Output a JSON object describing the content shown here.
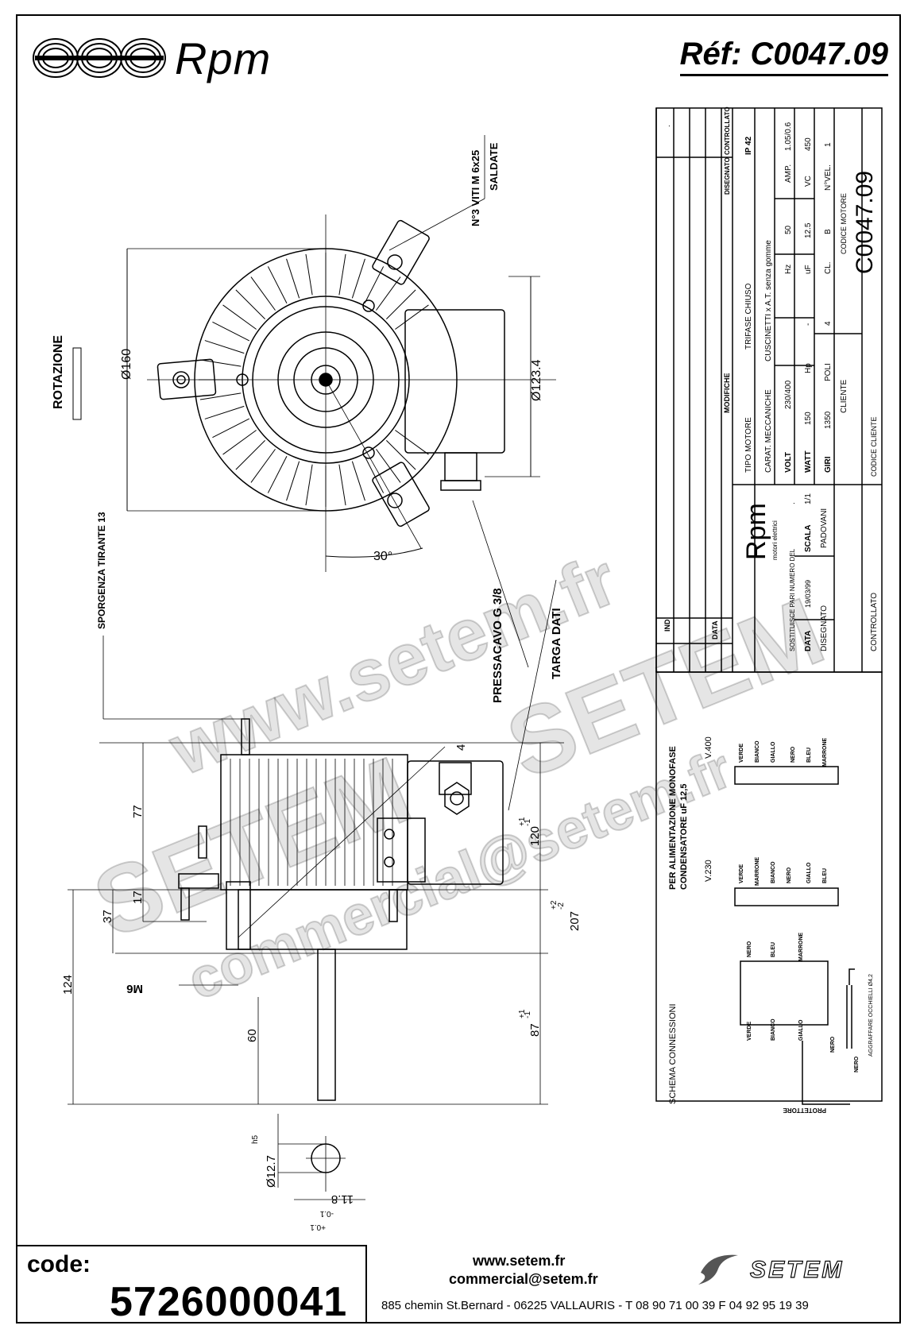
{
  "header": {
    "brand": "Rpm",
    "reference": "Réf:  C0047.09"
  },
  "drawing": {
    "rotation_label": "ROTAZIONE",
    "screws_label": "N°3 VITI M 6x25",
    "screws_note": "SALDATE",
    "dia_160": "Ø160",
    "dia_123": "Ø123.4",
    "angle": "30°",
    "tie_rod": "SPORGENZA TIRANTE 13",
    "cable_gland": "PRESSACAVO G 3/8",
    "data_plate": "TARGA DATI",
    "dim_4": "4",
    "dim_77": "77",
    "dim_17": "17",
    "dim_37": "37",
    "dim_124": "124",
    "dim_120": "120",
    "dim_120_tol_upper": "+1",
    "dim_120_tol_lower": "-1",
    "dim_207": "207",
    "dim_207_tol_upper": "+2",
    "dim_207_tol_lower": "-2",
    "dim_87": "87",
    "dim_87_tol_upper": "+1",
    "dim_87_tol_lower": "-1",
    "dim_60": "60",
    "thread": "M6",
    "shaft_dia": "Ø12.7",
    "shaft_fit": "h5",
    "shaft_flat": "11.8",
    "shaft_flat_tol_upper": "+0.1",
    "shaft_flat_tol_lower": "-0.1"
  },
  "title_block": {
    "col_ind": "IND",
    "col_data": "DATA",
    "col_modifiche": "MODIFICHE",
    "col_disegnato": "DISEGNATO",
    "col_controllato": "CONTROLLATO",
    "tipo_motore_label": "TIPO MOTORE",
    "tipo_motore": "TRIFASE CHIUSO",
    "protection": "IP 42",
    "carat_label": "CARAT. MECCANICHE",
    "carat": "CUSCINETTI x A.T. senza gomme",
    "volt_label": "VOLT",
    "volt": "230/400",
    "hz_label": "Hz",
    "hz": "50",
    "amp_label": "AMP.",
    "amp": "1.05/0.6",
    "watt_label": "WATT",
    "watt": "150",
    "hp_label": "Hp",
    "hp": "-",
    "uf_label": "uF",
    "uf": "12.5",
    "vc_label": "VC",
    "vc": "450",
    "giri_label": "GIRI",
    "giri": "1350",
    "poli_label": "POLI",
    "poli": "4",
    "cl_label": "CL.",
    "cl": "B",
    "nvel_label": "N°VEL.",
    "nvel": "1",
    "cliente_label": "CLIENTE",
    "codice_motore_label": "CODICE MOTORE",
    "codice_motore": "C0047.09",
    "codice_cliente_label": "CODICE CLIENTE",
    "brand": "Rpm",
    "brand_sub": "motori elettrici",
    "sostituisce": "SOSTITUISCE PARI NUMERO DEL",
    "sostituisce_val": ".",
    "data_label": "DATA",
    "data_val": "19/03/99",
    "scala_label": "SCALA",
    "scala": "1/1",
    "disegnato_label": "DISEGNATO",
    "disegnato": "PADOVANI",
    "controllato_label": "CONTROLLATO",
    "dot": "."
  },
  "wiring": {
    "title": "SCHEMA CONNESSIONI",
    "monofase_1": "PER ALIMENTAZIONE MONOFASE",
    "monofase_2": "CONDENSATORE uF 12,5",
    "v400": "V.400",
    "v230": "V.230",
    "protettore": "PROTETTORE",
    "aggraffare": "AGGRAFFARE OCCHIELLI Ø4,2",
    "nero": "NERO",
    "verde": "VERDE",
    "bianco": "BIANCO",
    "giallo": "GIALLO",
    "blu": "BLEU",
    "marrone": "MARRONE"
  },
  "footer": {
    "code_label": "code:",
    "code_value": "5726000041",
    "website": "www.setem.fr",
    "email": "commercial@setem.fr",
    "address": "885 chemin St.Bernard  -  06225 VALLAURIS  -  T 08 90 71 00 39  F 04 92 95 19 39",
    "setem_logo": "SETEM"
  },
  "watermark": {
    "line1": "www.setem.fr",
    "line2": "SETEM",
    "line3": "commercial@setem.fr",
    "line4": "SETEM"
  }
}
